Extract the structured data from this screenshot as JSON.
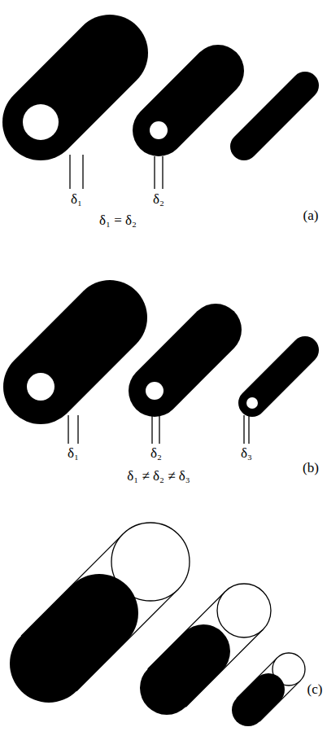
{
  "diagram": {
    "labels": [
      "δ₁",
      "δ₂",
      "δ₁ = δ₂",
      "(a)",
      "δ₁",
      "δ₂",
      "δ₃",
      "δ₁ ≠ δ₂ ≠ δ₃",
      "(b)",
      "(c)"
    ]
  }
}
